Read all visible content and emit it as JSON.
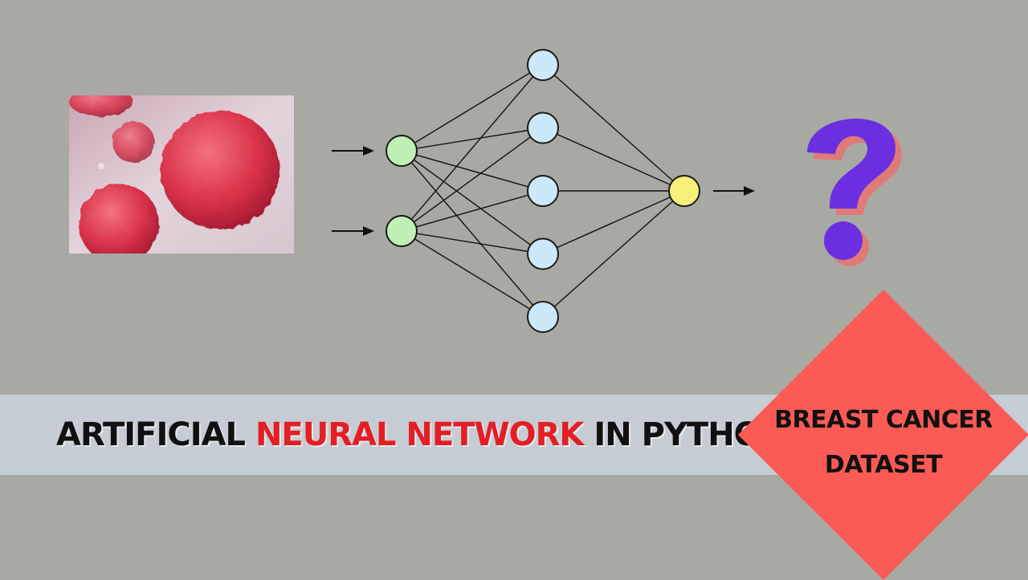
{
  "title": {
    "part1": "ARTIFICIAL ",
    "highlight": "NEURAL NETWORK",
    "part2": " IN PYTHON"
  },
  "badge": {
    "line1": "BREAST CANCER",
    "line2": "DATASET"
  },
  "network": {
    "layers": [
      {
        "name": "input",
        "nodes": 2,
        "fill": "#bff0b5"
      },
      {
        "name": "hidden",
        "nodes": 5,
        "fill": "#cde8f8"
      },
      {
        "name": "output",
        "nodes": 1,
        "fill": "#f7f17c"
      }
    ]
  },
  "colors": {
    "background": "#a8a9a3",
    "banner": "#c6ccd3",
    "highlight": "#e31e24",
    "diamond": "#fc5a55",
    "question": "#6b2fe0",
    "question_shadow": "#e07a78"
  },
  "icons": {
    "question": "question-mark-icon",
    "arrow": "arrow-right-icon"
  }
}
